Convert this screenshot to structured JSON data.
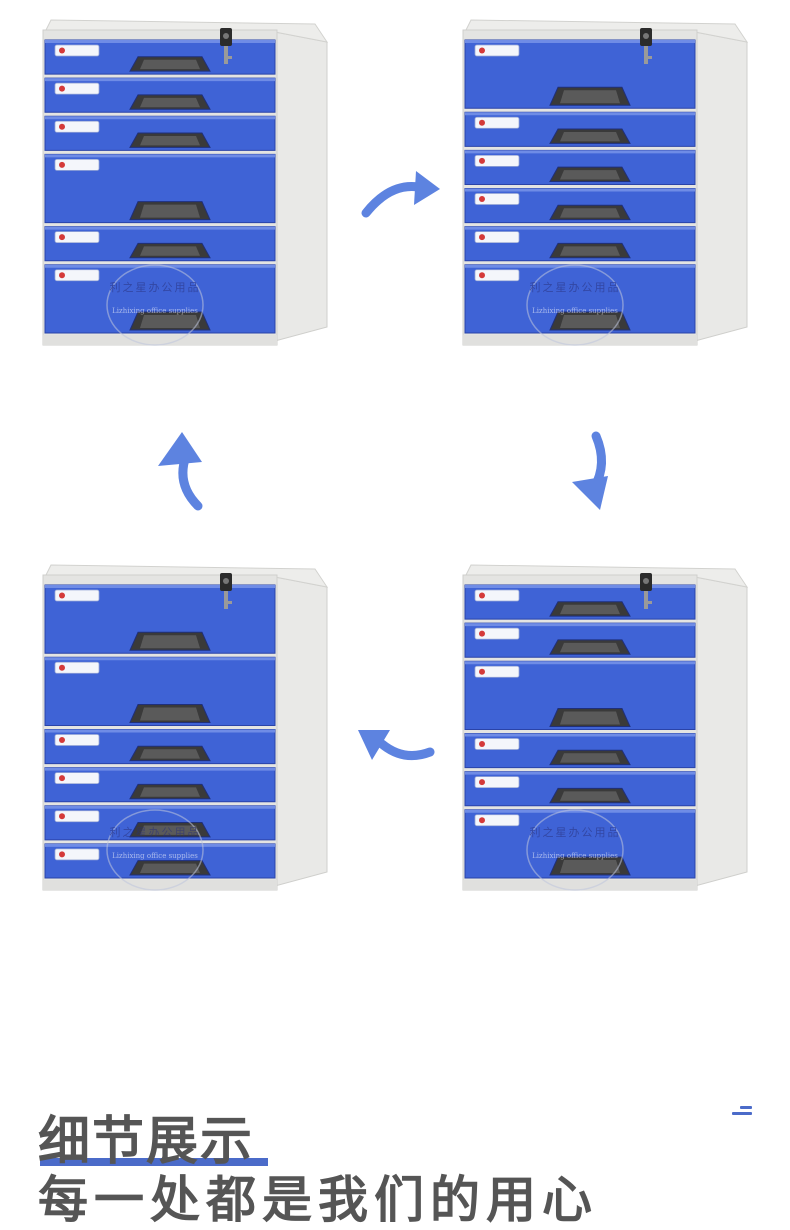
{
  "cabinets": [
    {
      "name": "cabinet-top-left",
      "drawer_units": [
        1,
        1,
        1,
        2,
        1,
        2
      ],
      "watermark": true
    },
    {
      "name": "cabinet-top-right",
      "drawer_units": [
        2,
        1,
        1,
        1,
        1,
        2
      ],
      "watermark": true
    },
    {
      "name": "cabinet-bottom-right",
      "drawer_units": [
        1,
        1,
        2,
        1,
        1,
        2
      ],
      "watermark": true
    },
    {
      "name": "cabinet-bottom-left",
      "drawer_units": [
        2,
        2,
        1,
        1,
        1,
        1
      ],
      "watermark": true
    }
  ],
  "watermark": {
    "cn": "利之星办公用品",
    "en": "Lizhixing office supplies"
  },
  "colors": {
    "drawer_blue": "#3f63d6",
    "drawer_edge": "#2a43a8",
    "cabinet_body": "#e4e4e2",
    "arrow": "#5d83e0",
    "title": "#555555",
    "accent": "#4b6bc9"
  },
  "heading": {
    "title": "细节展示",
    "subtitle": "每一处都是我们的用心"
  }
}
